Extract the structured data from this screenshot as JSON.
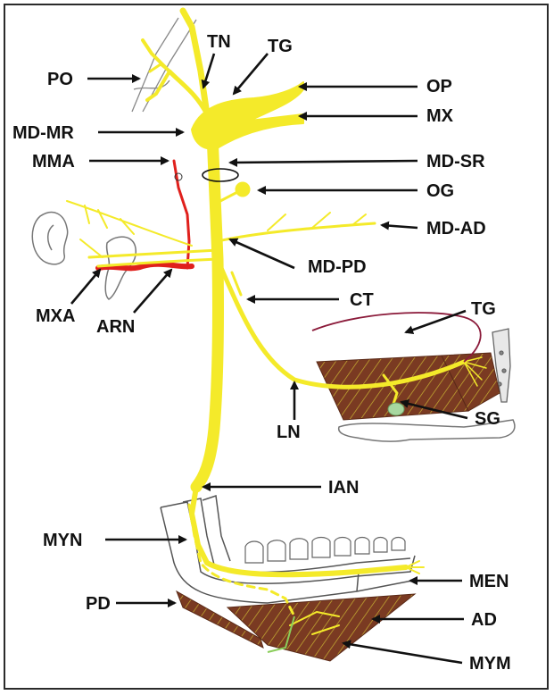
{
  "labels": {
    "po": "PO",
    "tn": "TN",
    "tg_top": "TG",
    "op": "OP",
    "mx": "MX",
    "md_mr": "MD-MR",
    "mma": "MMA",
    "md_sr": "MD-SR",
    "og": "OG",
    "md_ad": "MD-AD",
    "md_pd": "MD-PD",
    "mxa": "MXA",
    "ct": "CT",
    "arn": "ARN",
    "tg_tongue": "TG",
    "sg": "SG",
    "ln": "LN",
    "ian": "IAN",
    "myn": "MYN",
    "men": "MEN",
    "pd": "PD",
    "ad": "AD",
    "mym": "MYM"
  },
  "colors": {
    "nerve": "#f4ea2a",
    "artery": "#e0201c",
    "muscle": "#7a3a22",
    "outline": "#777777",
    "arrow": "#111111"
  }
}
